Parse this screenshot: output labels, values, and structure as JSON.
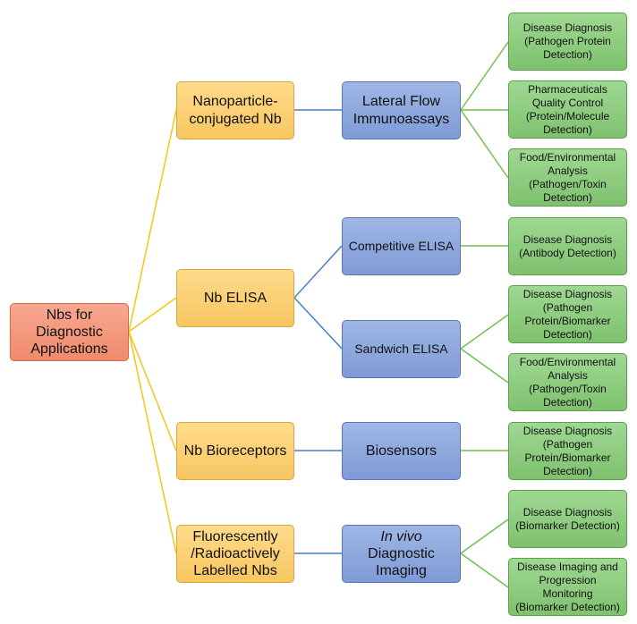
{
  "root": "Nbs for Diagnostic Applications",
  "level1": [
    {
      "id": "nanoparticle",
      "label": "Nanoparticle-conjugated Nb"
    },
    {
      "id": "elisa",
      "label": "Nb ELISA"
    },
    {
      "id": "bioreceptors",
      "label": "Nb Bioreceptors"
    },
    {
      "id": "fluorescent",
      "label": "Fluorescently /Radioactively Labelled Nbs"
    }
  ],
  "level2": [
    {
      "id": "lfa",
      "label": "Lateral Flow Immunoassays"
    },
    {
      "id": "competitive",
      "label": "Competitive ELISA"
    },
    {
      "id": "sandwich",
      "label": "Sandwich ELISA"
    },
    {
      "id": "biosensors",
      "label": "Biosensors"
    },
    {
      "id": "invivo",
      "label_italic": "In vivo",
      "label_rest": "Diagnostic Imaging"
    }
  ],
  "leaves": [
    {
      "lines": [
        "Disease Diagnosis",
        "(Pathogen Protein",
        "Detection)"
      ]
    },
    {
      "lines": [
        "Pharmaceuticals",
        "Quality Control",
        "(Protein/Molecule",
        "Detection)"
      ]
    },
    {
      "lines": [
        "Food/Environmental",
        "Analysis",
        "(Pathogen/Toxin",
        "Detection)"
      ]
    },
    {
      "lines": [
        "Disease Diagnosis",
        "(Antibody Detection)"
      ]
    },
    {
      "lines": [
        "Disease Diagnosis",
        "(Pathogen",
        "Protein/Biomarker",
        "Detection)"
      ]
    },
    {
      "lines": [
        "Food/Environmental",
        "Analysis",
        "(Pathogen/Toxin",
        "Detection)"
      ]
    },
    {
      "lines": [
        "Disease Diagnosis",
        "(Pathogen",
        "Protein/Biomarker",
        "Detection)"
      ]
    },
    {
      "lines": [
        "Disease Diagnosis",
        "(Biomarker Detection)"
      ]
    },
    {
      "lines": [
        "Disease Imaging and",
        "Progression",
        "Monitoring",
        "(Biomarker Detection)"
      ]
    }
  ],
  "colors": {
    "root_fill": "#f08a6c",
    "level1_fill": "#f8c661",
    "level2_fill": "#7f9bd6",
    "leaf_fill": "#7fc16f",
    "connector_root": "#f5c518",
    "connector_level1": "#4a7fc1",
    "connector_level2": "#6fbf4f"
  }
}
